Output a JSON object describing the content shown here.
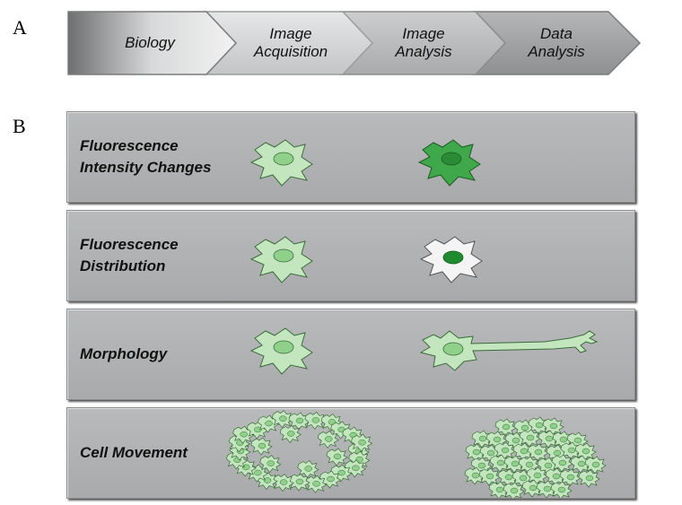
{
  "panels": {
    "a": "A",
    "b": "B"
  },
  "pipeline": [
    {
      "lines": [
        "Biology"
      ]
    },
    {
      "lines": [
        "Image",
        "Acquisition"
      ]
    },
    {
      "lines": [
        "Image",
        "Analysis"
      ]
    },
    {
      "lines": [
        "Data",
        "Analysis"
      ]
    }
  ],
  "rows": [
    {
      "lines": [
        "Fluorescence",
        "Intensity Changes"
      ]
    },
    {
      "lines": [
        "Fluorescence",
        "Distribution"
      ]
    },
    {
      "lines": [
        "Morphology"
      ]
    },
    {
      "lines": [
        "Cell Movement"
      ]
    }
  ],
  "colors": {
    "cell_fill": "#c3e6bf",
    "cell_stroke": "#3b6b3b",
    "nucleus": "#8fd08a",
    "bright_cell": "#3fa84a",
    "bright_nucleus": "#2a8a35",
    "white_cell": "#f4f4f4",
    "dark_nucleus": "#1e8c2e"
  }
}
